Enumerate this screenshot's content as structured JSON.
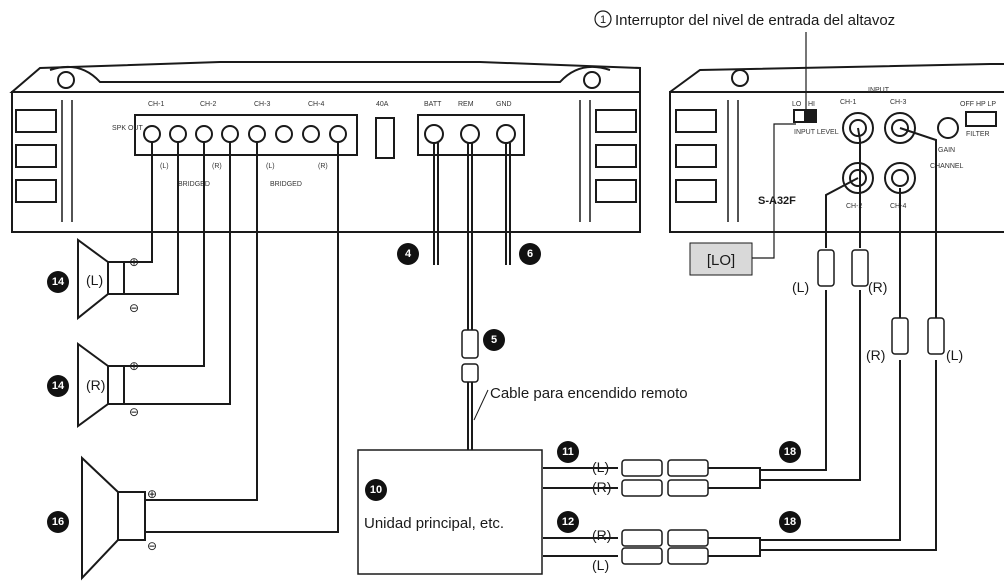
{
  "callouts": {
    "input_switch": "Interruptor del nivel de entrada del altavoz",
    "input_switch_num": "1",
    "lo_label": "[LO]",
    "remote_cable": "Cable para encendido remoto",
    "head_unit": "Unidad principal, etc."
  },
  "amp_left": {
    "spk_out": "SPK OUT",
    "channels": [
      "CH-1",
      "CH-2",
      "CH-3",
      "CH-4"
    ],
    "fuse": "40A",
    "batt": "BATT",
    "rem": "REM",
    "gnd": "GND",
    "bridged_1": "BRIDGED",
    "bridged_2": "BRIDGED",
    "ch_l": "(L)",
    "ch_r": "(R)",
    "ch_l2": "(L)",
    "ch_r2": "(R)"
  },
  "amp_right": {
    "input": "INPUT",
    "ch1": "CH-1",
    "ch3": "CH-3",
    "ch2": "CH-2",
    "ch4": "CH-4",
    "input_level": "INPUT LEVEL",
    "lo": "LO",
    "hi": "HI",
    "gain": "GAIN",
    "filter": "FILTER",
    "filter_opts": "OFF HP LP",
    "channel": "CHANNEL",
    "model": "S-A32F",
    "l": "(L)",
    "r": "(R)"
  },
  "markers": {
    "m4": "4",
    "m5": "5",
    "m6": "6",
    "m10": "10",
    "m11": "11",
    "m12": "12",
    "m14a": "14",
    "m14b": "14",
    "m16": "16",
    "m18a": "18",
    "m18b": "18"
  },
  "wire_labels": {
    "spk1": "(L)",
    "spk2": "(R)",
    "rca_top_l": "(L)",
    "rca_top_r": "(R)",
    "rca_mid_r": "(R)",
    "rca_mid_l": "(L)",
    "hu_11_l": "(L)",
    "hu_11_r": "(R)",
    "hu_12_r": "(R)",
    "hu_12_l": "(L)"
  },
  "colors": {
    "line": "#1a1a1a",
    "panel": "#ffffff",
    "label_box": "#d9d9d9",
    "marker": "#111111"
  }
}
